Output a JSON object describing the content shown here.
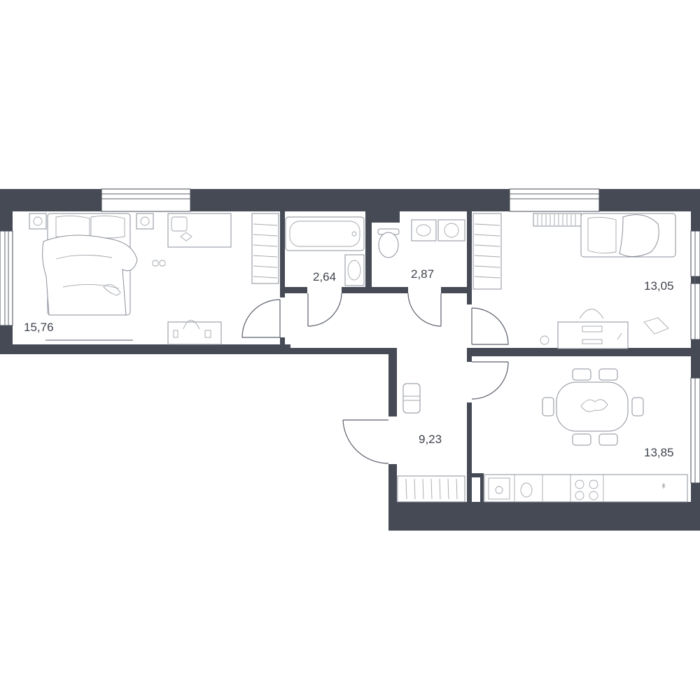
{
  "rooms": [
    {
      "id": "bedroom-large",
      "area": "15,76"
    },
    {
      "id": "bathroom",
      "area": "2,64"
    },
    {
      "id": "toilet",
      "area": "2,87"
    },
    {
      "id": "bedroom-small",
      "area": "13,05"
    },
    {
      "id": "hallway",
      "area": "9,23"
    },
    {
      "id": "kitchen-living",
      "area": "13,85"
    }
  ],
  "colors": {
    "wall": "#454a55",
    "furniture": "#8a8f98",
    "text": "#3f434c"
  }
}
